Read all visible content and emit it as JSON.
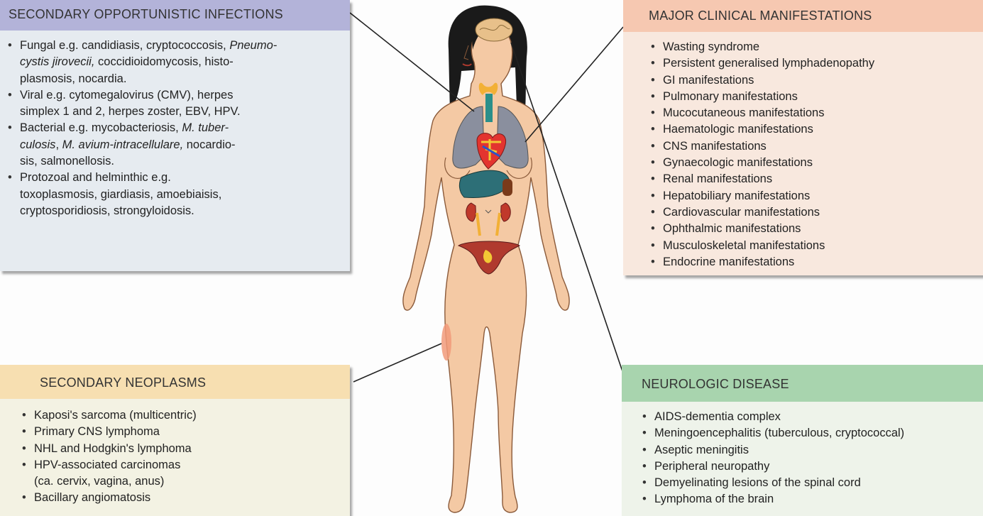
{
  "soi": {
    "title": "SECONDARY OPPORTUNISTIC INFECTIONS",
    "fungal_1": "Fungal e.g. candidiasis, cryptococcosis, ",
    "fungal_1_it": "Pneumo-",
    "fungal_2_it": "cystis jirovecii,",
    "fungal_2": " coccidioidomycosis, histo-",
    "fungal_3": "plasmosis, nocardia.",
    "viral_1": "Viral e.g. cytomegalovirus (CMV), herpes",
    "viral_2": "simplex 1 and 2, herpes zoster, EBV, HPV.",
    "bact_1": "Bacterial e.g. mycobacteriosis, ",
    "bact_1_it": "M. tuber-",
    "bact_2_it": "culosis",
    "bact_2a": ", ",
    "bact_2_it2": "M. avium-intracellulare,",
    "bact_2b": " nocardio-",
    "bact_3": "sis, salmonellosis.",
    "proto_1": "Protozoal and helminthic e.g.",
    "proto_2": "toxoplasmosis, giardiasis, amoebiaisis,",
    "proto_3": "cryptosporidiosis, strongyloidosis."
  },
  "mcm": {
    "title": "MAJOR CLINICAL MANIFESTATIONS",
    "items": [
      "Wasting syndrome",
      "Persistent generalised lymphadenopathy",
      "GI manifestations",
      "Pulmonary manifestations",
      "Mucocutaneous manifestations",
      "Haematologic manifestations",
      "CNS manifestations",
      "Gynaecologic manifestations",
      "Renal manifestations",
      "Hepatobiliary manifestations",
      "Cardiovascular manifestations",
      "Ophthalmic manifestations",
      "Musculoskeletal manifestations",
      "Endocrine manifestations"
    ]
  },
  "sn": {
    "title": "SECONDARY NEOPLASMS",
    "items": [
      "Kaposi's sarcoma (multicentric)",
      "Primary CNS lymphoma",
      "NHL and Hodgkin's lymphoma",
      "HPV-associated carcinomas",
      "Bacillary angiomatosis"
    ],
    "hpv_line2": "(ca. cervix, vagina, anus)"
  },
  "nd": {
    "title": "NEUROLOGIC DISEASE",
    "items": [
      "AIDS-dementia complex",
      "Meningoencephalitis (tuberculous, cryptococcal)",
      "Aseptic meningitis",
      "Peripheral neuropathy",
      "Demyelinating lesions of the spinal cord",
      "Lymphoma of the brain"
    ]
  },
  "colors": {
    "skin": "#f4c9a4",
    "lungs": "#8a8f9e",
    "liver": "#2d6f77",
    "kidney": "#c0392b",
    "uterus": "#b03a2e",
    "lesion": "#f19a7a"
  }
}
